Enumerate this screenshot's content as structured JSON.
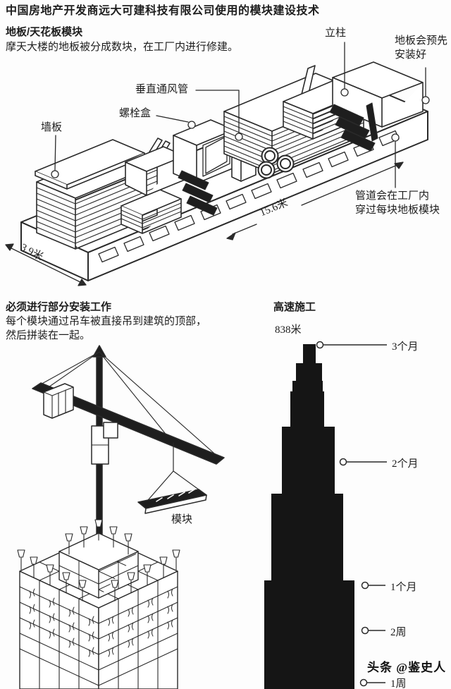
{
  "page": {
    "title": "中国房地产开发商远大可建科技有限公司使用的模块建设技术"
  },
  "floor_module_section": {
    "heading": "地板/天花板模块",
    "description": "摩天大楼的地板被分成数块，在工厂内进行修建。",
    "labels": {
      "column": "立柱",
      "preinstalled_line1": "地板会预先",
      "preinstalled_line2": "安装好",
      "vent_duct": "垂直通风管",
      "bolt_box": "螺栓盒",
      "wall_panel": "墙板",
      "pipes_line1": "管道会在工厂内",
      "pipes_line2": "穿过每块地板模块",
      "length": "15.6米",
      "width": "3.9米"
    }
  },
  "assembly_section": {
    "heading": "必须进行部分安装工作",
    "description_line1": "每个模块通过吊车被直接吊到建筑的顶部，",
    "description_line2": "然后拼装在一起。",
    "module_label": "模块"
  },
  "speed_section": {
    "heading": "高速施工",
    "height_label": "838米",
    "milestones": [
      {
        "label": "3个月"
      },
      {
        "label": "2个月"
      },
      {
        "label": "1个月"
      },
      {
        "label": "2周"
      },
      {
        "label": "1周"
      }
    ]
  },
  "watermark": "头条 @鉴史人",
  "colors": {
    "ink": "#2a2a2a",
    "tower_fill": "#151515",
    "background": "#fdfdfd"
  }
}
